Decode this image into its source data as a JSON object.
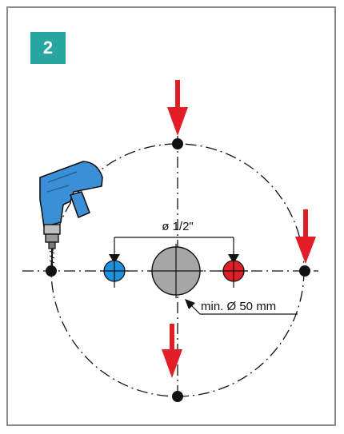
{
  "step": {
    "number": "2"
  },
  "labels": {
    "spacing": "ø 1/2\"",
    "min_diameter": "min. Ø 50 mm"
  },
  "colors": {
    "badge": "#27a6a0",
    "arrow": "#e11e26",
    "hole_blue": "#1e90e0",
    "hole_red": "#e11e26",
    "center_hole": "#a6a6a6",
    "drill": "#3a8fd6"
  },
  "icons": [
    "drill-icon",
    "arrow-down-icon"
  ]
}
